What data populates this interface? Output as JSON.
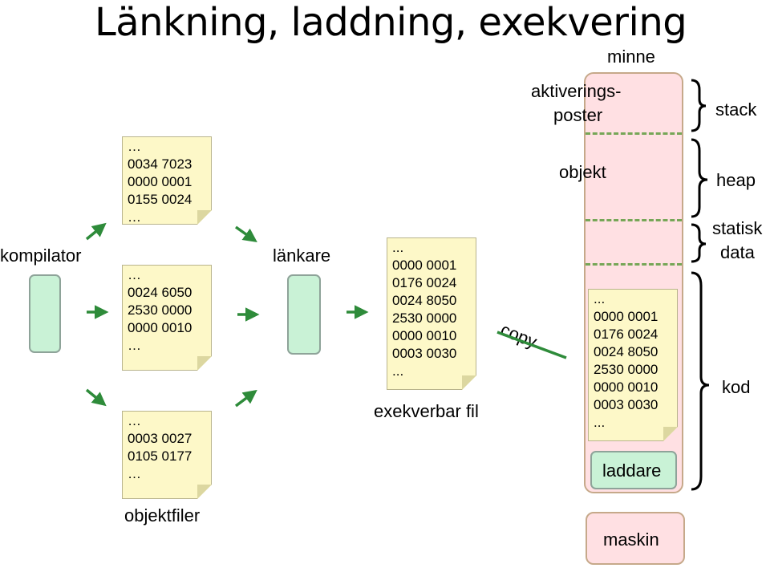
{
  "title": "Länkning, laddning, exekvering",
  "labels": {
    "kompilator": "kompilator",
    "lankare": "länkare",
    "objektfiler": "objektfiler",
    "exekverbar_fil": "exekverbar fil",
    "copy": "copy",
    "minne": "minne",
    "aktiveringsposter_line1": "aktiverings-",
    "aktiveringsposter_line2": "poster",
    "objekt": "objekt",
    "laddare": "laddare",
    "maskin": "maskin"
  },
  "memory_regions": {
    "stack": "stack",
    "heap": "heap",
    "statisk_data_line1": "statisk",
    "statisk_data_line2": "data",
    "kod": "kod"
  },
  "object_files": [
    {
      "text": "…\n0034 7023\n0000 0001\n0155 0024\n…"
    },
    {
      "text": "…\n0024 6050\n2530 0000\n0000 0010\n…"
    },
    {
      "text": "…\n0003 0027\n0105 0177\n…"
    }
  ],
  "executable_file": {
    "text": "...\n0000 0001\n0176 0024\n0024 8050\n2530 0000\n0000 0010\n0003 0030\n..."
  },
  "loaded_code": {
    "text": "...\n0000 0001\n0176 0024\n0024 8050\n2530 0000\n0000 0010\n0003 0030\n..."
  },
  "colors": {
    "arrow": "#2e8b3a",
    "note_bg": "#fdf8c8",
    "process_box": "#c9f2d6",
    "memory_bg": "#ffe0e3",
    "divider": "#76a657"
  }
}
